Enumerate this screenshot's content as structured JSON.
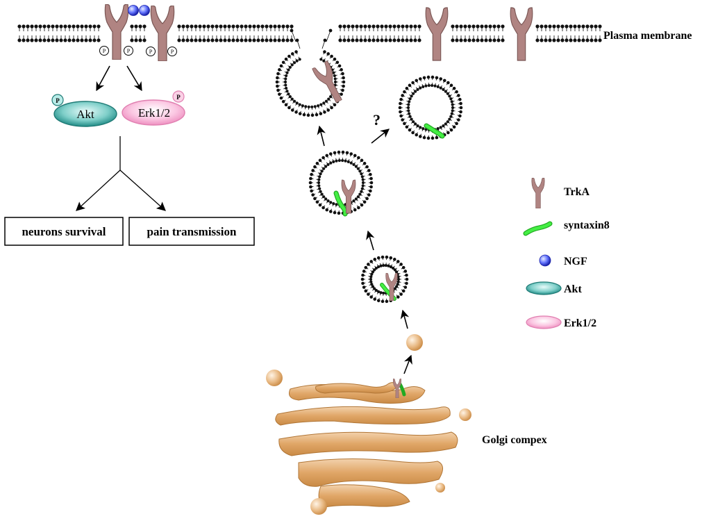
{
  "labels": {
    "plasma_membrane": "Plasma membrane",
    "golgi": "Golgi compex",
    "question": "?",
    "phospho": "P"
  },
  "signaling": {
    "akt": "Akt",
    "erk": "Erk1/2"
  },
  "outcomes": {
    "survival": "neurons survival",
    "pain": "pain transmission"
  },
  "legend": [
    {
      "icon": "trka-icon",
      "label": "TrkA"
    },
    {
      "icon": "syntaxin8-icon",
      "label": "syntaxin8"
    },
    {
      "icon": "ngf-icon",
      "label": "NGF"
    },
    {
      "icon": "akt-icon",
      "label": "Akt"
    },
    {
      "icon": "erk-icon",
      "label": "Erk1/2"
    }
  ],
  "colors": {
    "trka": "#b08482",
    "syntaxin8": "#33dd33",
    "ngf": "#3344ee",
    "akt": "#2a9a94",
    "erk": "#f7a8cf",
    "golgi": "#d9a062"
  }
}
